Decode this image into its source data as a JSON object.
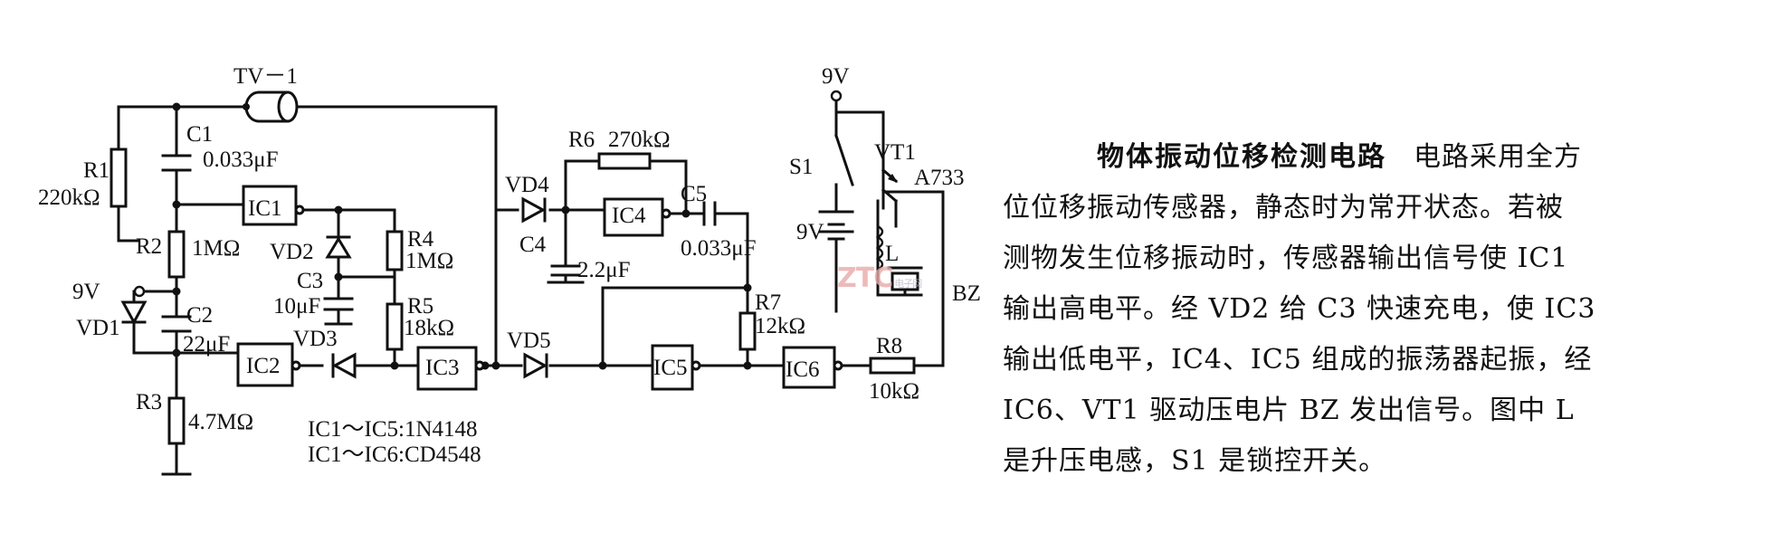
{
  "figure": {
    "title": "物体振动位移检测电路",
    "description_lines": [
      "电路采用全方",
      "位位移振动传感器，静态时为常开状态。若被",
      "测物发生位移振动时，传感器输出信号使 IC1",
      "输出高电平。经 VD2 给 C3 快速充电，使 IC3",
      "输出低电平，IC4、IC5 组成的振荡器起振，经",
      "IC6、VT1 驱动压电片 BZ 发出信号。图中 L",
      "是升压电感，S1 是锁控开关。"
    ],
    "watermark": "ZTC",
    "watermark_sub": "电子网"
  },
  "schematic": {
    "labels": {
      "tv1": "TV－1",
      "r1": "R1",
      "r1_val": "220kΩ",
      "c1": "C1",
      "c1_val": "0.033μF",
      "r2": "R2",
      "r2_val": "1MΩ",
      "ic1": "IC1",
      "vd2": "VD2",
      "r4": "R4",
      "r4_val": "1MΩ",
      "c3": "C3",
      "c3_val": "10μF",
      "vcc_left": "9V",
      "vd1": "VD1",
      "c2": "C2",
      "c2_val": "22μF",
      "ic2": "IC2",
      "vd3": "VD3",
      "r5": "R5",
      "r5_val": "18kΩ",
      "ic3": "IC3",
      "r3": "R3",
      "r3_val": "4.7MΩ",
      "note1": "IC1～IC5:1N4148",
      "note2": "IC1～IC6:CD4548",
      "r6": "R6",
      "r6_val": "270kΩ",
      "vd4": "VD4",
      "ic4": "IC4",
      "c5": "C5",
      "c5_val": "0.033μF",
      "c4": "C4",
      "c4_val": "2.2μF",
      "r7": "R7",
      "r7_val": "12kΩ",
      "vd5": "VD5",
      "ic5": "IC5",
      "ic6": "IC6",
      "r8": "R8",
      "r8_val": "10kΩ",
      "vcc_right": "9V",
      "s1": "S1",
      "vt1": "VT1",
      "vt1_part": "A733",
      "batt": "9V",
      "l": "L",
      "bz": "BZ"
    }
  }
}
